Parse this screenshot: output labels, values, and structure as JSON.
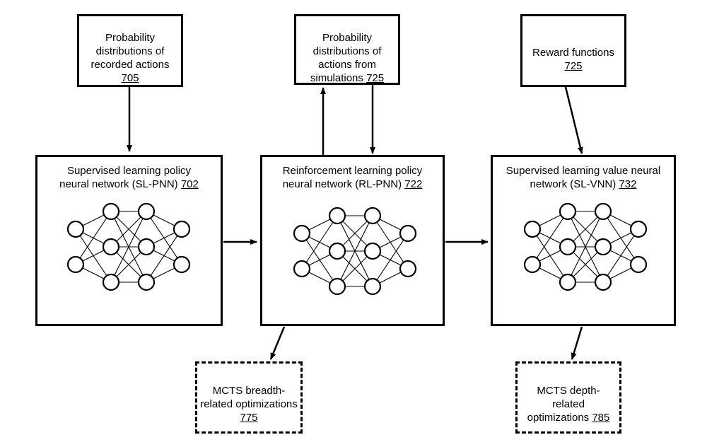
{
  "boxes": {
    "recorded": {
      "text": "Probability distributions of recorded actions",
      "ref": "705"
    },
    "simulations": {
      "text": "Probability distributions of actions from simulations",
      "ref": "725"
    },
    "reward": {
      "text": "Reward functions",
      "ref": "725"
    },
    "sl_pnn": {
      "text": "Supervised learning policy neural network (SL-PNN)",
      "ref": "702"
    },
    "rl_pnn": {
      "text": "Reinforcement learning policy neural network (RL-PNN)",
      "ref": "722"
    },
    "sl_vnn": {
      "text": "Supervised learning value neural network (SL-VNN)",
      "ref": "732"
    },
    "mcts_breadth": {
      "text": "MCTS breadth-related optimizations",
      "ref": "775"
    },
    "mcts_depth": {
      "text": "MCTS depth-related optimizations",
      "ref": "785"
    }
  },
  "network_layers": [
    2,
    3,
    3,
    2
  ],
  "colors": {
    "stroke": "#000000",
    "background": "#ffffff"
  }
}
